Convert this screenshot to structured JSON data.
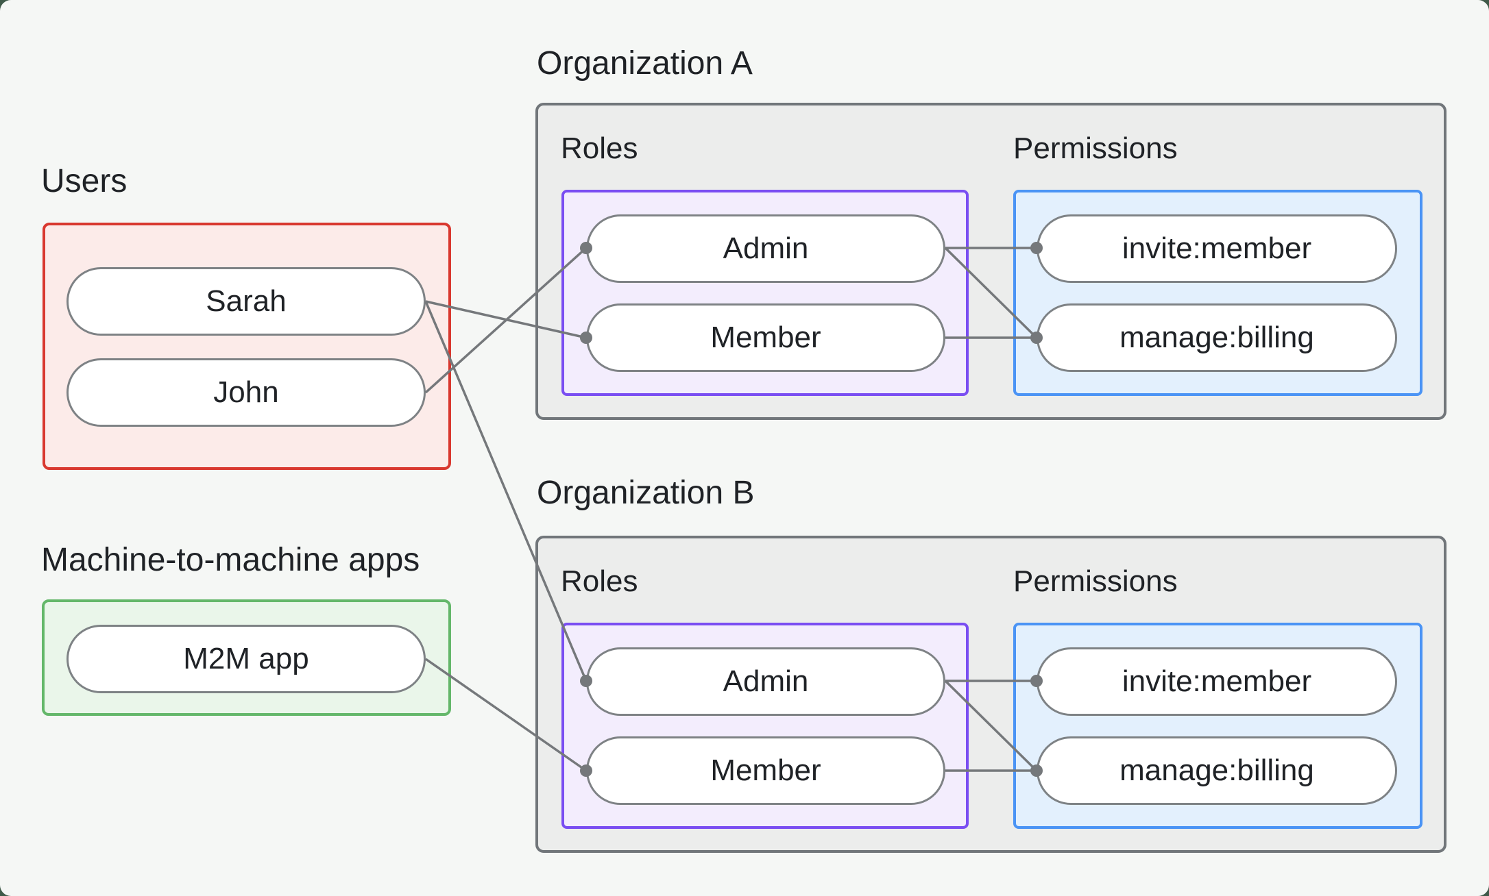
{
  "canvas": {
    "background": "#F5F7F5",
    "outer_background": "#3F5A49"
  },
  "users_section": {
    "label": "Users",
    "border_color": "#D9382F",
    "fill_color": "#FCEBE9",
    "users": [
      "Sarah",
      "John"
    ]
  },
  "m2m_section": {
    "label": "Machine-to-machine apps",
    "border_color": "#64B76A",
    "fill_color": "#EAF6EA",
    "apps": [
      "M2M app"
    ]
  },
  "organizations": [
    {
      "label": "Organization A",
      "roles_label": "Roles",
      "permissions_label": "Permissions",
      "roles": [
        "Admin",
        "Member"
      ],
      "permissions": [
        "invite:member",
        "manage:billing"
      ],
      "roles_border_color": "#7A4EF2",
      "roles_fill_color": "#F3EDFD",
      "permissions_border_color": "#4B94F5",
      "permissions_fill_color": "#E3F0FD",
      "box_border_color": "#71767A",
      "box_fill_color": "#ECEDEC"
    },
    {
      "label": "Organization B",
      "roles_label": "Roles",
      "permissions_label": "Permissions",
      "roles": [
        "Admin",
        "Member"
      ],
      "permissions": [
        "invite:member",
        "manage:billing"
      ],
      "roles_border_color": "#7A4EF2",
      "roles_fill_color": "#F3EDFD",
      "permissions_border_color": "#4B94F5",
      "permissions_fill_color": "#E3F0FD",
      "box_border_color": "#71767A",
      "box_fill_color": "#ECEDEC"
    }
  ],
  "connections": [
    {
      "from": "Sarah",
      "to": "Organization A / Member"
    },
    {
      "from": "John",
      "to": "Organization A / Admin"
    },
    {
      "from": "Sarah",
      "to": "Organization B / Admin"
    },
    {
      "from": "M2M app",
      "to": "Organization B / Member"
    },
    {
      "from": "Organization A / Admin",
      "to": "Organization A / invite:member"
    },
    {
      "from": "Organization A / Admin",
      "to": "Organization A / manage:billing"
    },
    {
      "from": "Organization A / Member",
      "to": "Organization A / manage:billing"
    },
    {
      "from": "Organization B / Admin",
      "to": "Organization B / invite:member"
    },
    {
      "from": "Organization B / Admin",
      "to": "Organization B / manage:billing"
    },
    {
      "from": "Organization B / Member",
      "to": "Organization B / manage:billing"
    }
  ],
  "edge_style": {
    "line_color": "#75787B",
    "dot_color": "#75787B",
    "pill_border_color": "#7E8285"
  }
}
